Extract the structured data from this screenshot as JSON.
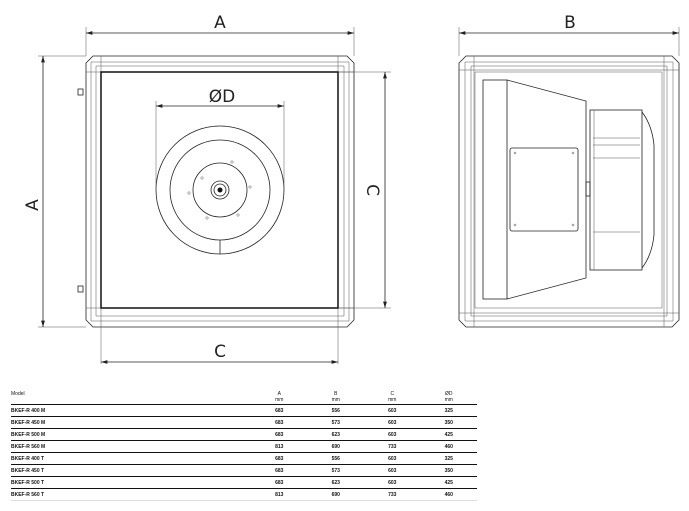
{
  "drawing": {
    "labels": {
      "A_top": "A",
      "A_left": "A",
      "B": "B",
      "C_right": "C",
      "C_bottom": "C",
      "D": "ØD"
    }
  },
  "table": {
    "headers": [
      {
        "label": "Model",
        "unit": ""
      },
      {
        "label": "A",
        "unit": "mm"
      },
      {
        "label": "B",
        "unit": "mm"
      },
      {
        "label": "C",
        "unit": "mm"
      },
      {
        "label": "ØD",
        "unit": "mm"
      }
    ],
    "rows": [
      [
        "BKEF-R 400 M",
        "683",
        "556",
        "603",
        "325"
      ],
      [
        "BKEF-R 450 M",
        "683",
        "573",
        "603",
        "350"
      ],
      [
        "BKEF-R 500 M",
        "683",
        "623",
        "603",
        "425"
      ],
      [
        "BKEF-R 560 M",
        "813",
        "690",
        "733",
        "460"
      ],
      [
        "BKEF-R 400 T",
        "683",
        "556",
        "603",
        "325"
      ],
      [
        "BKEF-R 450 T",
        "683",
        "573",
        "603",
        "350"
      ],
      [
        "BKEF-R 500 T",
        "683",
        "623",
        "603",
        "425"
      ],
      [
        "BKEF-R 560 T",
        "813",
        "690",
        "733",
        "460"
      ]
    ]
  }
}
